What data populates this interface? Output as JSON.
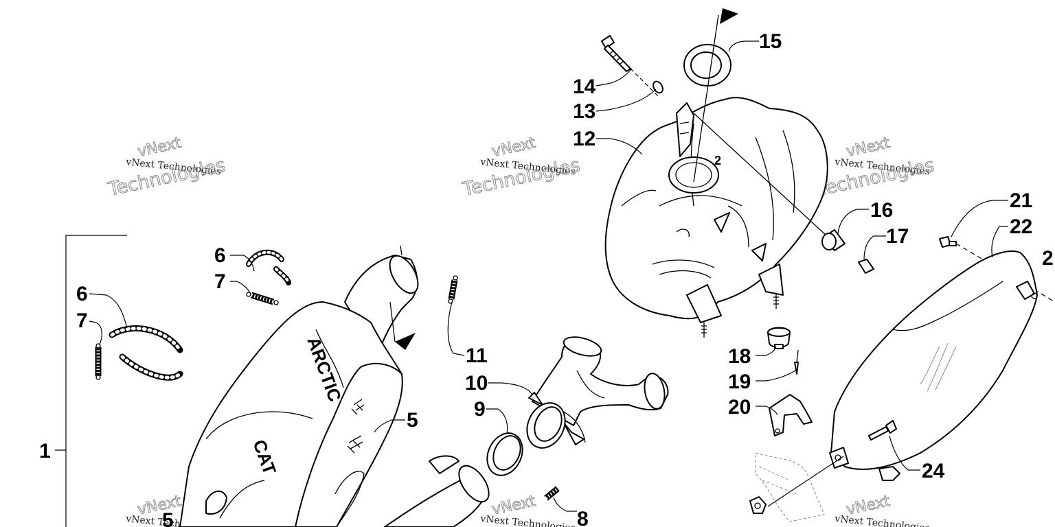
{
  "callouts": {
    "c1": "1",
    "c5a": "5",
    "c5b": "5",
    "c6a": "6",
    "c6b": "6",
    "c7a": "7",
    "c7b": "7",
    "c8": "8",
    "c9": "9",
    "c10": "10",
    "c11": "11",
    "c12": "12",
    "c13": "13",
    "c14": "14",
    "c15": "15",
    "c16": "16",
    "c17": "17",
    "c18": "18",
    "c19": "19",
    "c20": "20",
    "c21": "21",
    "c22": "22",
    "c23": "2",
    "c24": "24"
  },
  "part_marks": {
    "muffler_brand_1": "ARCTIC",
    "muffler_brand_2": "CAT",
    "tank_mark": "2"
  },
  "watermark": {
    "small": "vNext Technologies",
    "large": "Technologies",
    "top": "vNext"
  }
}
